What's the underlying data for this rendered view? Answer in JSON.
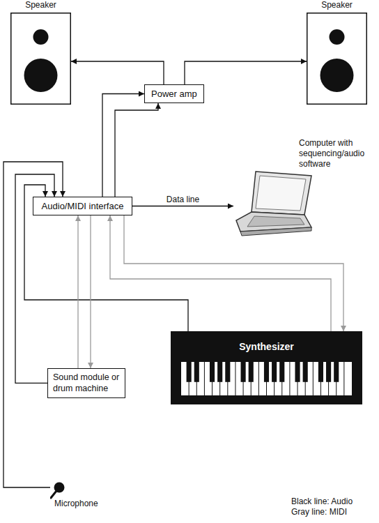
{
  "diagram": {
    "nodes": [
      {
        "text": [
          "Speaker"
        ]
      },
      {
        "text": [
          "Speaker"
        ]
      },
      {
        "text": [
          "Power amp"
        ]
      },
      {
        "text": [
          "Computer with sequencing/audio software"
        ]
      },
      {
        "text": [
          "Audio/MIDI interface"
        ]
      },
      {
        "text": [
          "Synthesizer"
        ]
      },
      {
        "text": [
          "Sound module or drum machine"
        ]
      },
      {
        "text": [
          "Microphone"
        ]
      }
    ],
    "edges": [
      {
        "from": 2,
        "to": 0,
        "arrow": "to"
      },
      {
        "from": 2,
        "to": 1,
        "arrow": "to"
      },
      {
        "from": 4,
        "to": 2,
        "arrow": "to"
      },
      {
        "from": 4,
        "to": 2,
        "arrow": "to"
      },
      {
        "from": 4,
        "to": 3,
        "label": "Data line",
        "arrow": "to"
      },
      {
        "from": 7,
        "to": 4,
        "arrow": "to"
      },
      {
        "from": 6,
        "to": 4,
        "arrow": "to"
      },
      {
        "from": 5,
        "to": 4,
        "arrow": "to"
      },
      {
        "from": 4,
        "to": 6,
        "arrow": "to"
      },
      {
        "from": 6,
        "to": 4,
        "arrow": "to"
      },
      {
        "from": 4,
        "to": 5,
        "arrow": "to"
      },
      {
        "from": 5,
        "to": 4,
        "arrow": "to"
      }
    ],
    "legend": [
      {
        "text": "Black line: Audio"
      },
      {
        "text": "Gray line: MIDI"
      }
    ]
  }
}
